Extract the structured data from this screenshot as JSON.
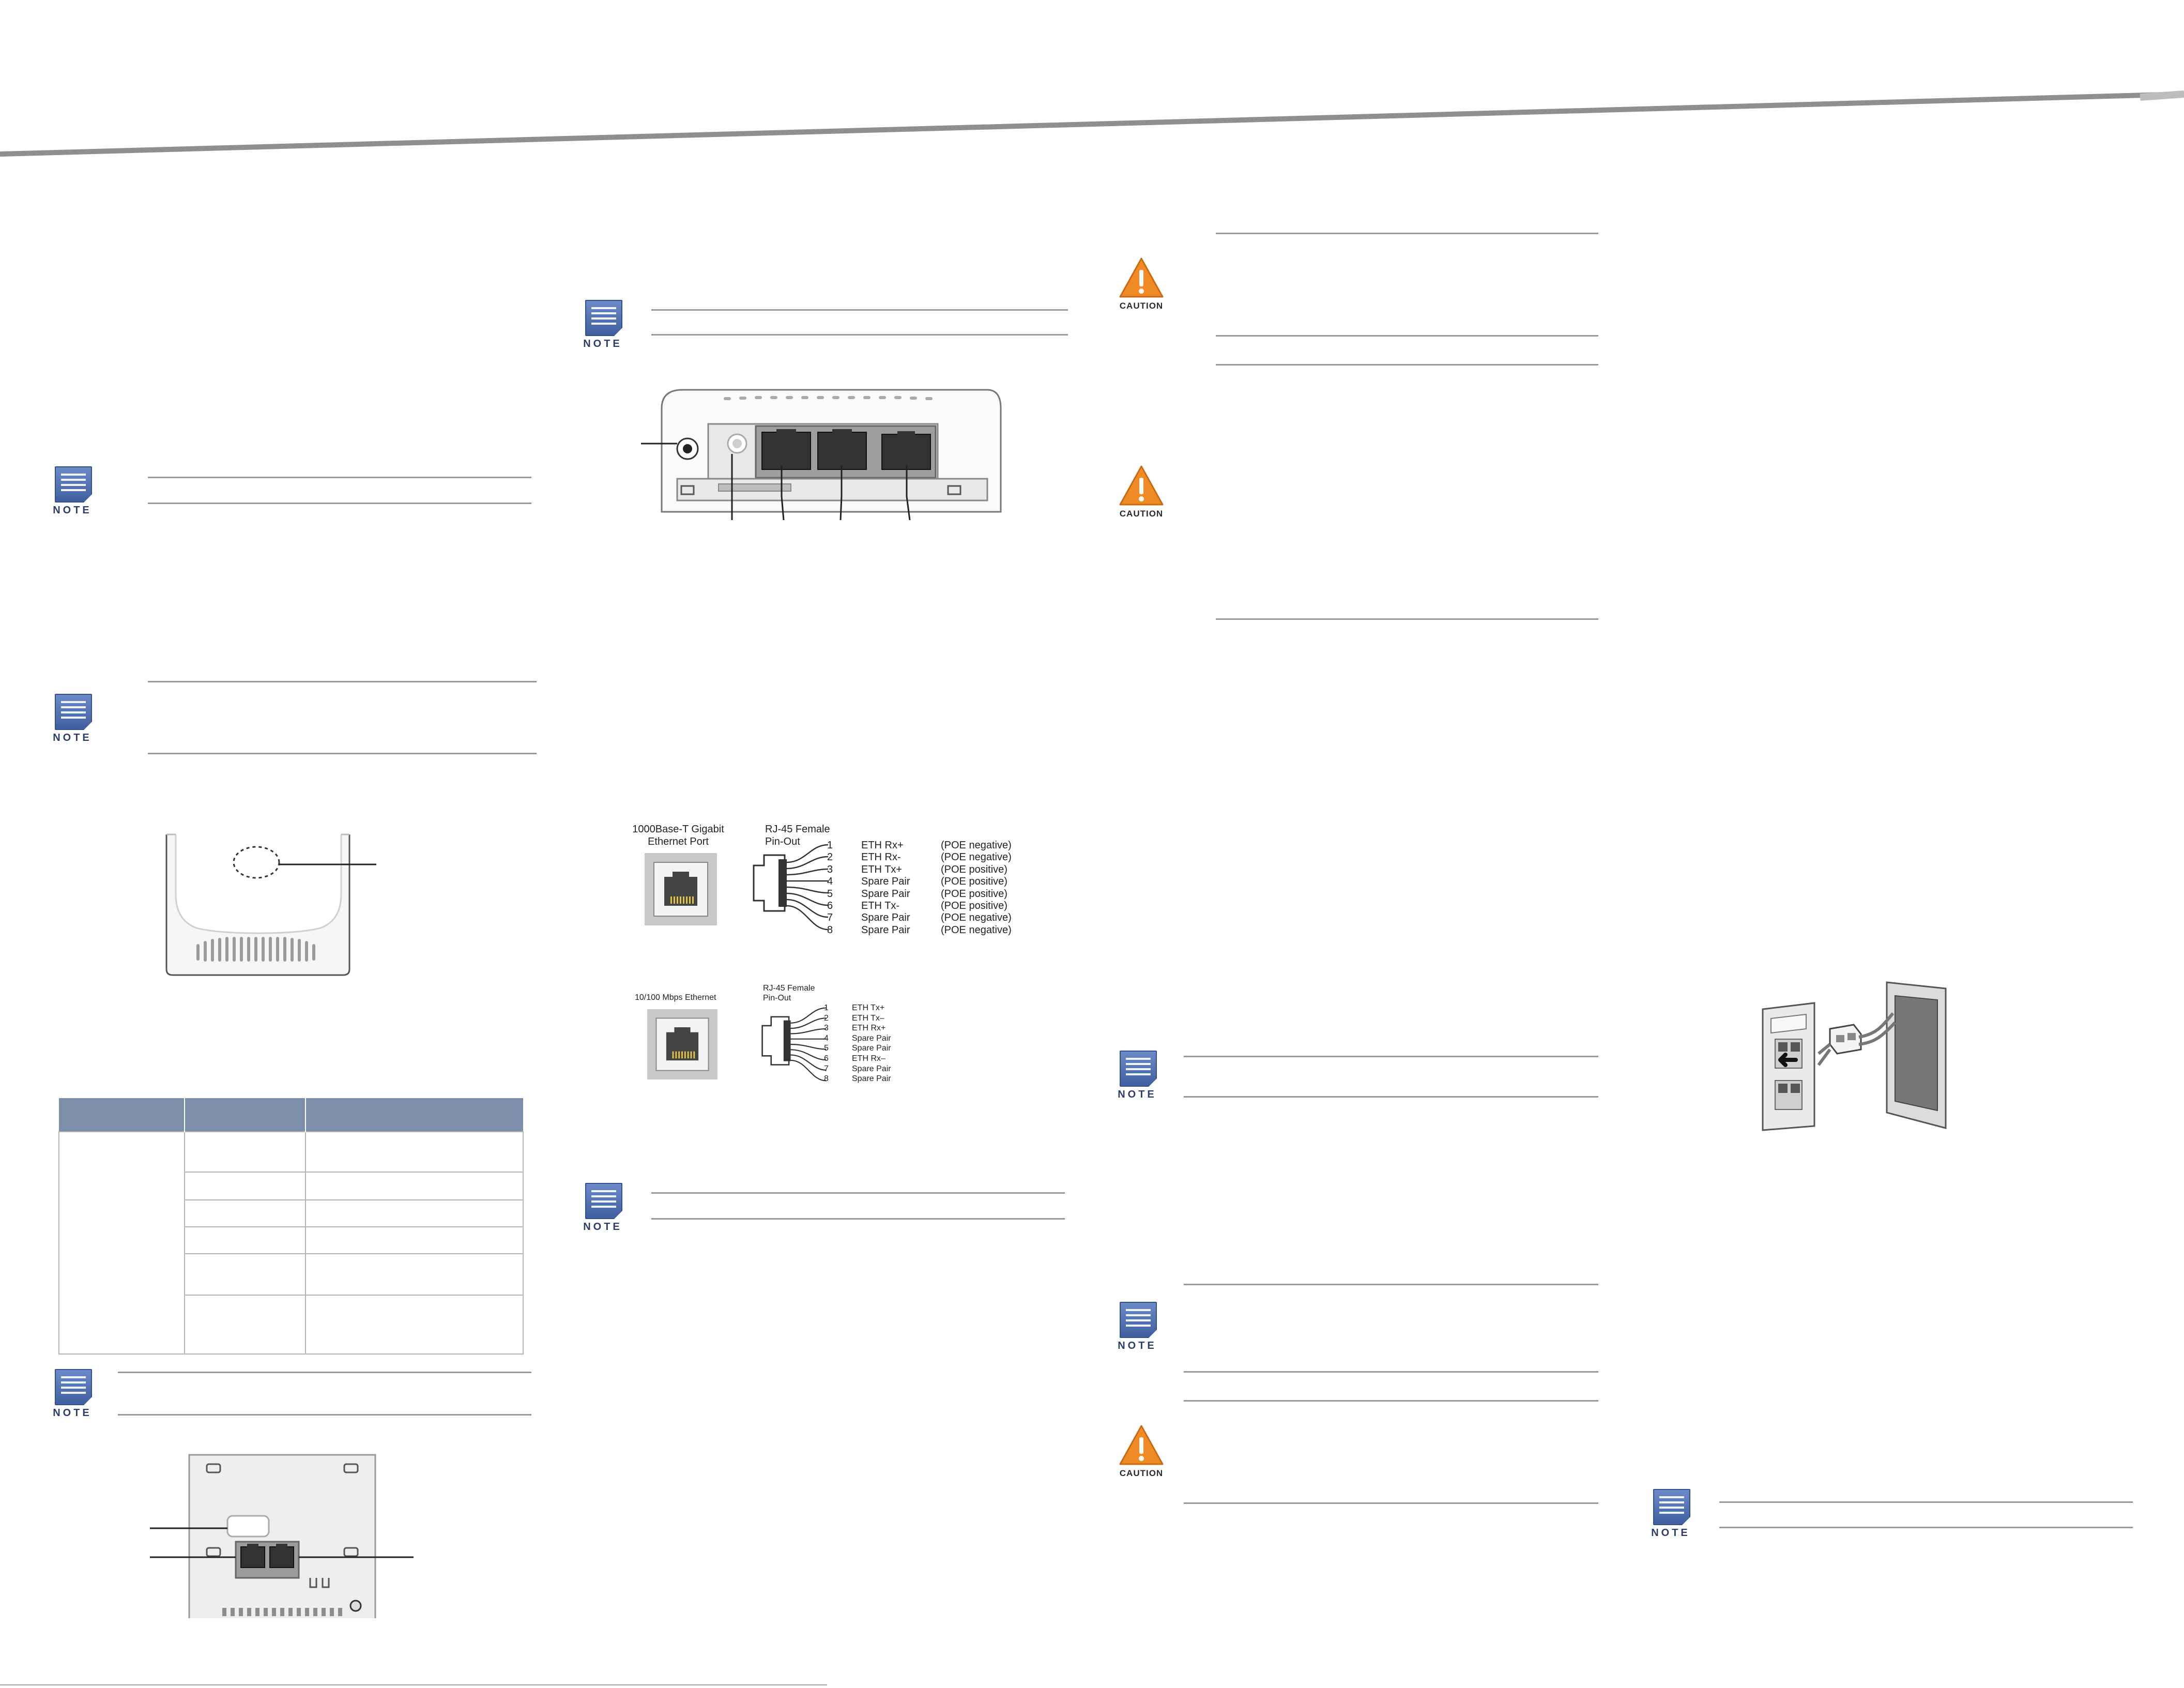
{
  "header": {
    "swoosh_color": "#8f8f8f"
  },
  "icons": {
    "note_label": "NOTE",
    "caution_label": "CAUTION",
    "note_color": "#4a6bb0",
    "caution_color": "#f08a24"
  },
  "pinout_gigabit": {
    "port_label_line1": "1000Base-T Gigabit",
    "port_label_line2": "Ethernet Port",
    "title_line1": "RJ-45 Female",
    "title_line2": "Pin-Out",
    "pins": [
      {
        "num": "1",
        "signal": "ETH Rx+",
        "poe": "(POE negative)"
      },
      {
        "num": "2",
        "signal": "ETH Rx-",
        "poe": "(POE negative)"
      },
      {
        "num": "3",
        "signal": "ETH Tx+",
        "poe": "(POE positive)"
      },
      {
        "num": "4",
        "signal": "Spare Pair",
        "poe": "(POE positive)"
      },
      {
        "num": "5",
        "signal": "Spare Pair",
        "poe": "(POE positive)"
      },
      {
        "num": "6",
        "signal": "ETH Tx-",
        "poe": "(POE positive)"
      },
      {
        "num": "7",
        "signal": "Spare Pair",
        "poe": "(POE negative)"
      },
      {
        "num": "8",
        "signal": "Spare Pair",
        "poe": "(POE negative)"
      }
    ]
  },
  "pinout_fast": {
    "port_label": "10/100 Mbps Ethernet",
    "title_line1": "RJ-45 Female",
    "title_line2": "Pin-Out",
    "pins": [
      {
        "num": "1",
        "signal": "ETH Tx+"
      },
      {
        "num": "2",
        "signal": "ETH Tx–"
      },
      {
        "num": "3",
        "signal": "ETH Rx+"
      },
      {
        "num": "4",
        "signal": "Spare Pair"
      },
      {
        "num": "5",
        "signal": "Spare Pair"
      },
      {
        "num": "6",
        "signal": "ETH Rx–"
      },
      {
        "num": "7",
        "signal": "Spare Pair"
      },
      {
        "num": "8",
        "signal": "Spare Pair"
      }
    ]
  },
  "table": {
    "header_color": "#7d8ea9"
  }
}
